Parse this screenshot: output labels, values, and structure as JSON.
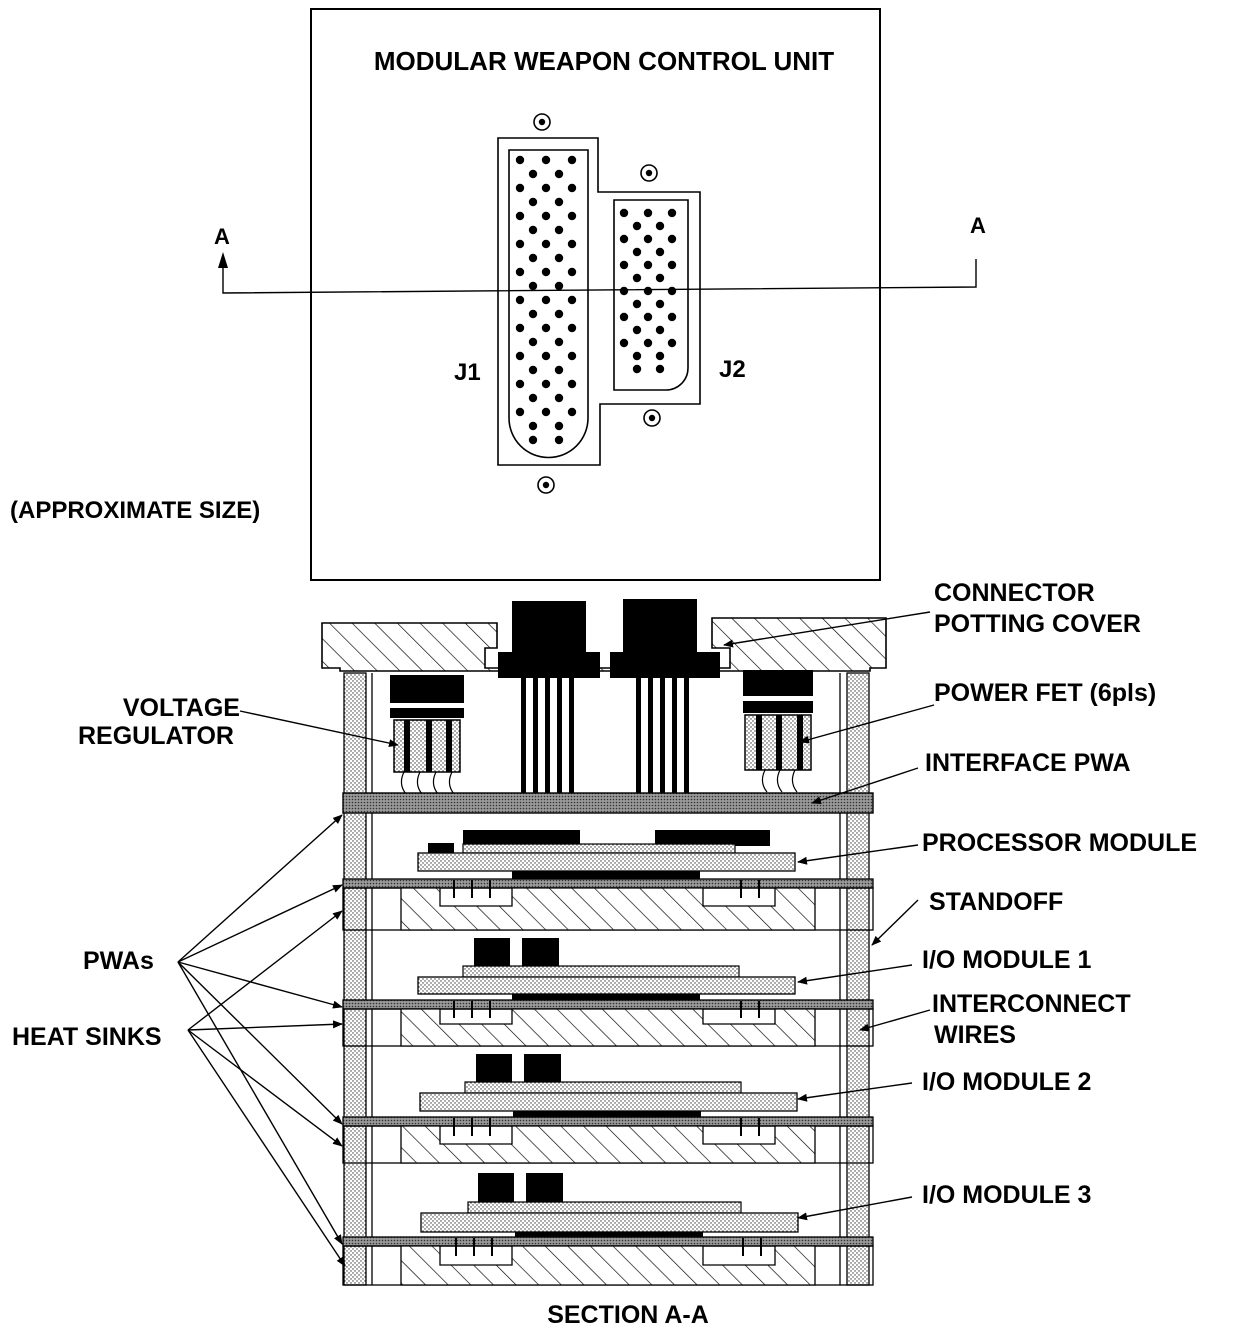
{
  "top_view": {
    "title": "MODULAR WEAPON CONTROL UNIT",
    "size_note": "(APPROXIMATE SIZE)",
    "section_marker_left": "A",
    "section_marker_right": "A",
    "connector_j1": "J1",
    "connector_j2": "J2"
  },
  "section_view": {
    "caption": "SECTION A-A",
    "labels": {
      "connector_potting_cover_line1": "CONNECTOR",
      "connector_potting_cover_line2": "POTTING COVER",
      "voltage_regulator_line1": "VOLTAGE",
      "voltage_regulator_line2": "REGULATOR",
      "power_fet": "POWER FET (6pls)",
      "interface_pwa": "INTERFACE PWA",
      "processor_module": "PROCESSOR MODULE",
      "standoff": "STANDOFF",
      "io_module_1": "I/O MODULE 1",
      "interconnect_wires_line1": "INTERCONNECT",
      "interconnect_wires_line2": "WIRES",
      "io_module_2": "I/O MODULE 2",
      "io_module_3": "I/O MODULE 3",
      "pwas": "PWAs",
      "heat_sinks": "HEAT SINKS"
    }
  }
}
